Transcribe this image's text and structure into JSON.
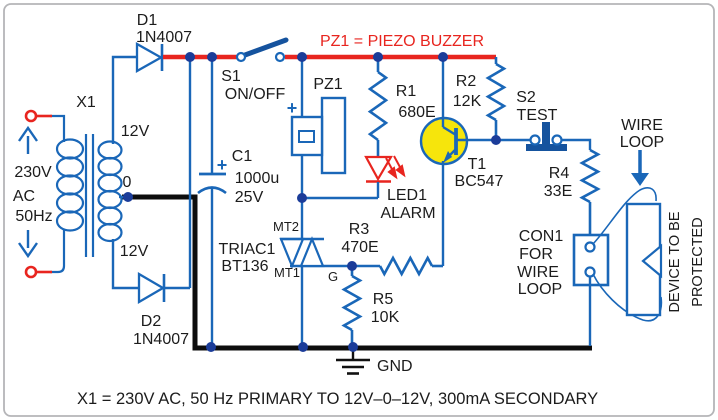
{
  "notes": {
    "buzzer_note": "PZ1 = PIEZO BUZZER",
    "caption": "X1 = 230V AC, 50 Hz PRIMARY TO 12V–0–12V, 300mA SECONDARY",
    "gnd": "GND"
  },
  "colors": {
    "wire_blue": "#1a67b8",
    "bus_red": "#e8251f",
    "junction_navy": "#1b3c99",
    "transistor_yellow": "#f6e50c",
    "bus_black": "#0d0d0d",
    "text": "#1c1c1c"
  },
  "transformer": {
    "ref": "X1",
    "input_lines": [
      "230V",
      "AC",
      "50Hz"
    ],
    "sec_top": "12V",
    "tap": "0",
    "sec_bottom": "12V"
  },
  "diodes": {
    "d1_ref": "D1",
    "d1_val": "1N4007",
    "d2_ref": "D2",
    "d2_val": "1N4007"
  },
  "capacitor": {
    "ref": "C1",
    "value": "1000u",
    "rating": "25V",
    "plus": "+"
  },
  "switches": {
    "s1_ref": "S1",
    "s1_label": "ON/OFF",
    "s2_ref": "S2",
    "s2_label": "TEST"
  },
  "buzzer": {
    "ref": "PZ1",
    "plus": "+"
  },
  "resistors": {
    "r1_ref": "R1",
    "r1_val": "680E",
    "r2_ref": "R2",
    "r2_val": "12K",
    "r3_ref": "R3",
    "r3_val": "470E",
    "r4_ref": "R4",
    "r4_val": "33E",
    "r5_ref": "R5",
    "r5_val": "10K"
  },
  "led": {
    "ref": "LED1",
    "label": "ALARM"
  },
  "transistor": {
    "ref": "T1",
    "value": "BC547"
  },
  "triac": {
    "ref": "TRIAC1",
    "value": "BT136",
    "mt2": "MT2",
    "mt1": "MT1",
    "gate": "G"
  },
  "connector": {
    "lines": [
      "CON1",
      "FOR",
      "WIRE",
      "LOOP"
    ]
  },
  "wire_loop": {
    "lines": [
      "WIRE",
      "LOOP"
    ]
  },
  "device": {
    "lines": [
      "DEVICE TO BE",
      "PROTECTED"
    ]
  }
}
